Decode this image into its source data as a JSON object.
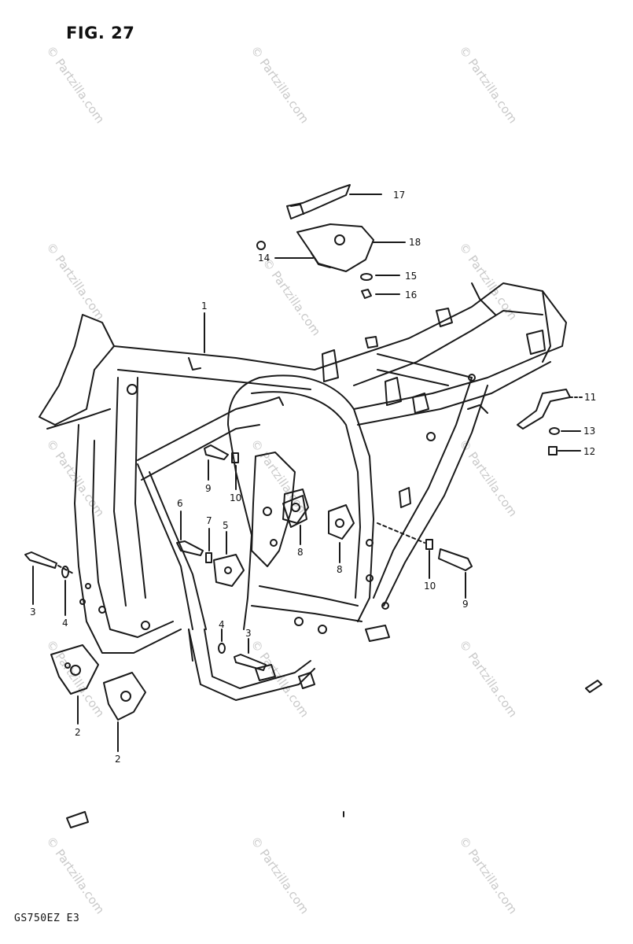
{
  "figure": {
    "title": "FIG. 27",
    "model_code": "GS750EZ E3"
  },
  "watermark": "© Partzilla.com",
  "callouts": [
    {
      "id": "c17",
      "label": "17"
    },
    {
      "id": "c18",
      "label": "18"
    },
    {
      "id": "c14",
      "label": "14"
    },
    {
      "id": "c15",
      "label": "15"
    },
    {
      "id": "c16",
      "label": "16"
    },
    {
      "id": "c1",
      "label": "1"
    },
    {
      "id": "c11",
      "label": "11"
    },
    {
      "id": "c13",
      "label": "13"
    },
    {
      "id": "c12",
      "label": "12"
    },
    {
      "id": "c9a",
      "label": "9"
    },
    {
      "id": "c10a",
      "label": "10"
    },
    {
      "id": "c6",
      "label": "6"
    },
    {
      "id": "c7",
      "label": "7"
    },
    {
      "id": "c5",
      "label": "5"
    },
    {
      "id": "c8a",
      "label": "8"
    },
    {
      "id": "c8b",
      "label": "8"
    },
    {
      "id": "c10b",
      "label": "10"
    },
    {
      "id": "c9b",
      "label": "9"
    },
    {
      "id": "c3a",
      "label": "3"
    },
    {
      "id": "c4a",
      "label": "4"
    },
    {
      "id": "c4b",
      "label": "4"
    },
    {
      "id": "c3b",
      "label": "3"
    },
    {
      "id": "c2a",
      "label": "2"
    },
    {
      "id": "c2b",
      "label": "2"
    }
  ],
  "colors": {
    "line": "#1a1a1a",
    "watermark": "#c9c9c9",
    "background": "#ffffff"
  }
}
